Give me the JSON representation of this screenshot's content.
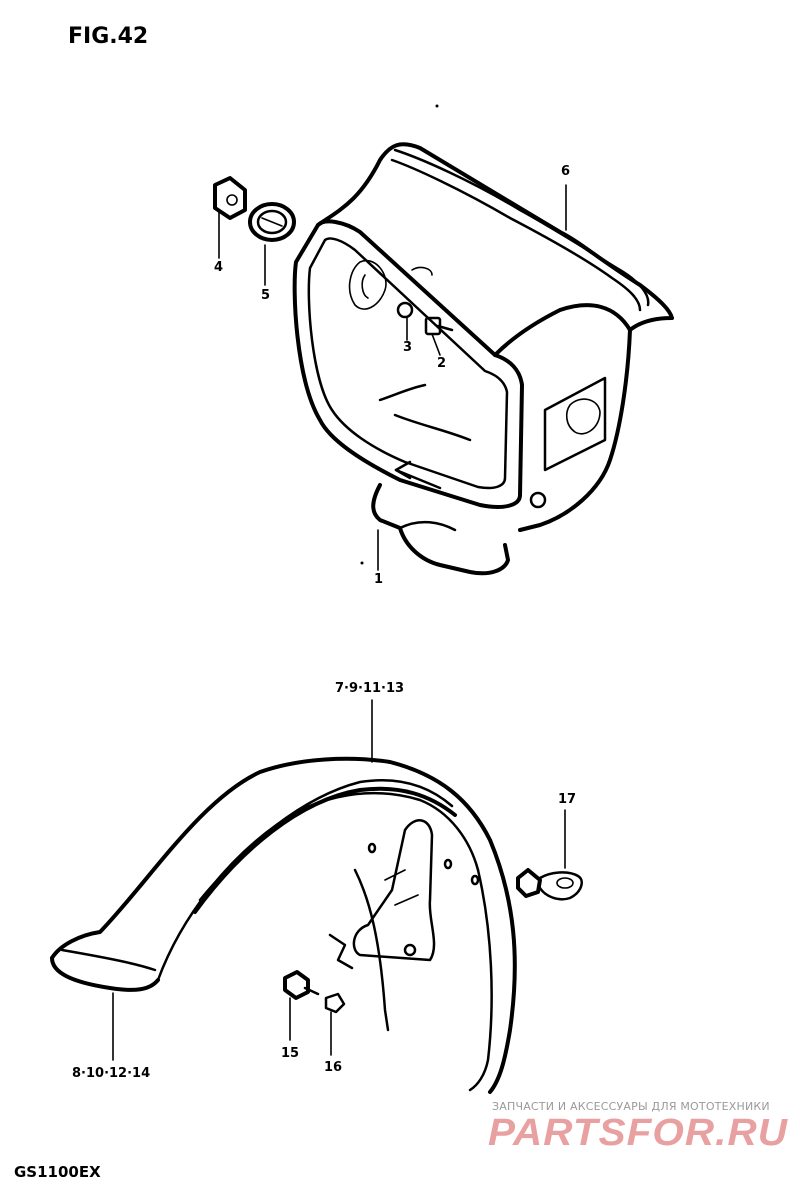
{
  "figure": {
    "title": "FIG.42",
    "model": "GS1100EX"
  },
  "callouts": {
    "c1": "1",
    "c2": "2",
    "c3": "3",
    "c4": "4",
    "c5": "5",
    "c6": "6",
    "c7": "7·9·11·13",
    "c8": "8·10·12·14",
    "c15": "15",
    "c16": "16",
    "c17": "17"
  },
  "watermark": {
    "subtitle": "ЗАПЧАСТИ И АКСЕССУАРЫ ДЛЯ МОТОТЕХНИКИ",
    "logo_text": "PARTSFOR.RU",
    "color": "#e8a0a0"
  }
}
